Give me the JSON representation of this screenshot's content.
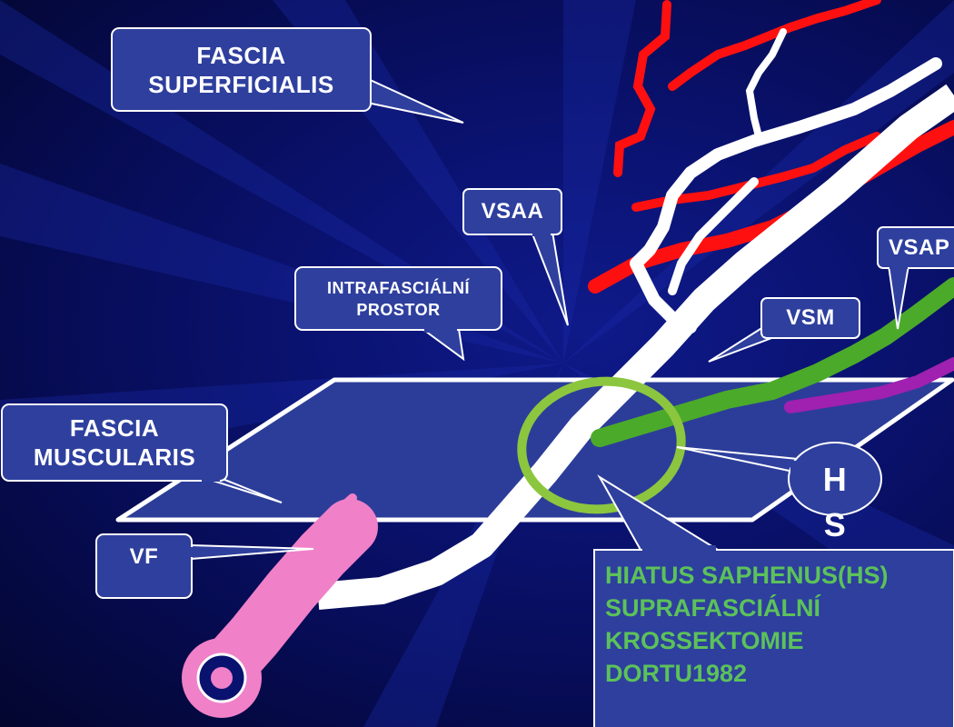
{
  "labels": {
    "fascia_superficialis": [
      "FASCIA",
      "SUPERFICIALIS"
    ],
    "vsaa": "VSAA",
    "intrafascialni": [
      "INTRAFASCIÁLNÍ",
      "PROSTOR"
    ],
    "fascia_muscularis": [
      "FASCIA",
      "MUSCULARIS"
    ],
    "vf": "VF",
    "vsm": "VSM",
    "vsap": "VSAP",
    "hs_h": "H",
    "hs_s": "S"
  },
  "info_box": {
    "lines": [
      "HIATUS SAPHENUS(HS)",
      "SUPRAFASCIÁLNÍ",
      "KROSSEKTOMIE",
      "DORTU1982"
    ]
  },
  "colors": {
    "callout_fill": "#2e3f9e",
    "plane_fill": "#2c3d99",
    "info_text": "#5cc25a",
    "vein_white": "#ffffff",
    "artery_red": "#ff1010",
    "ring_green": "#8cc63f",
    "vein_green": "#4caa2a",
    "vein_purple": "#a020b0",
    "vein_pink": "#f080c8"
  }
}
